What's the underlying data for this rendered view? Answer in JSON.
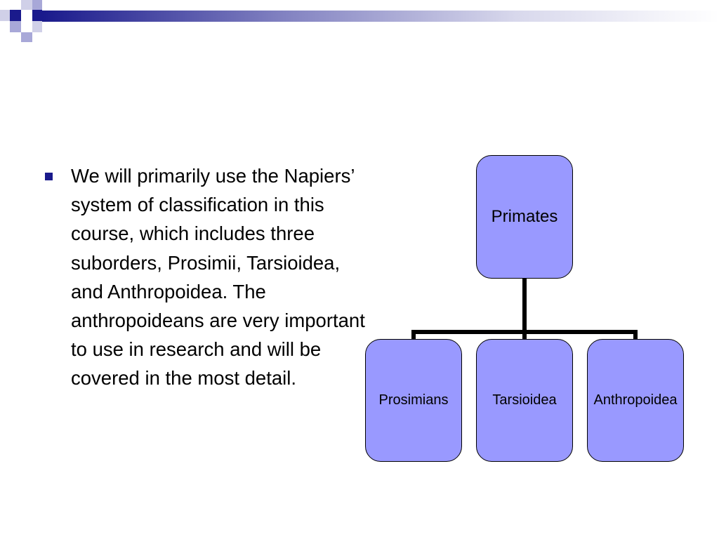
{
  "slide": {
    "bullet_text": "We will primarily use the Napiers’ system of classification in this course, which includes three suborders, Prosimii, Tarsioidea, and Anthropoidea. The anthropoideans are very important to use in research and will be covered in the most detail."
  },
  "diagram": {
    "root": "Primates",
    "children": [
      "Prosimians",
      "Tarsioidea",
      "Anthropoidea"
    ]
  },
  "colors": {
    "node_fill": "#9999ff",
    "connector": "#000000",
    "header_dark": "#1a1a8c",
    "header_light": "#a8a8d8",
    "bullet": "#1a1a8c"
  }
}
